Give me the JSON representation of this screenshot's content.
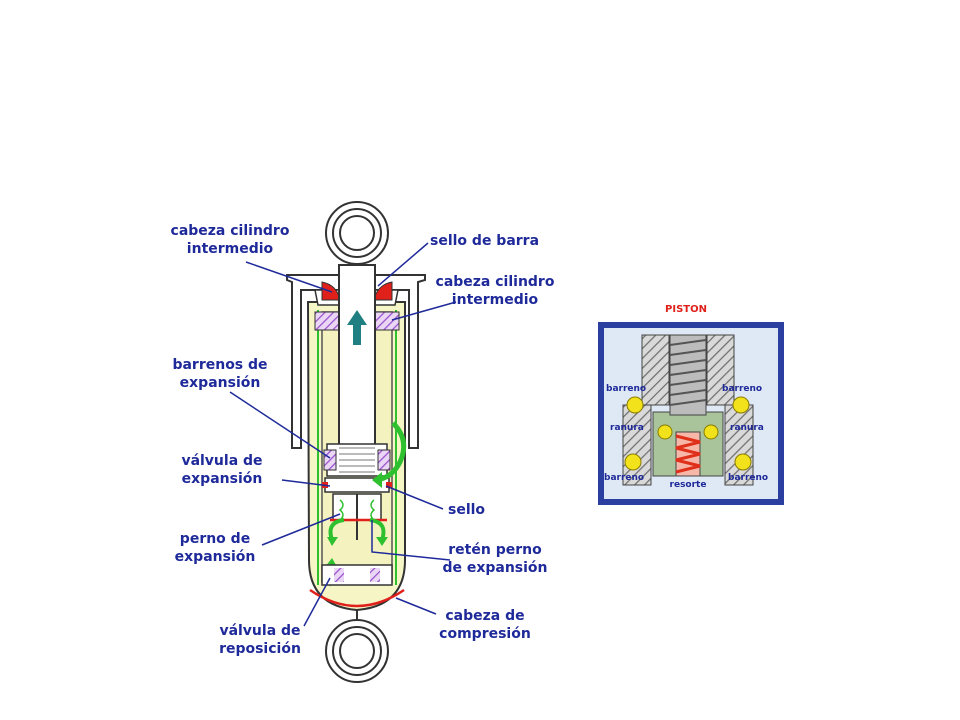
{
  "colors": {
    "label": "#1f2a9a",
    "leader": "#1f2a9a",
    "oil_fill": "#f6f5c6",
    "green_flow": "#2ec02e",
    "seal_red": "#e0201a",
    "hatch_purple": "#9a4ecb",
    "arrow_teal": "#1f7f82",
    "piston_frame": "#2a3fa0",
    "piston_bg": "#dfe9f6",
    "spring_red": "#e0301a",
    "ball_yellow": "#f2e21c"
  },
  "shock_labels": {
    "upper_head": [
      "cabeza cilindro",
      "intermedio"
    ],
    "rod_seal": [
      "sello de barra"
    ],
    "intermediate_head": [
      "cabeza cilindro",
      "intermedio"
    ],
    "expansion_holes": [
      "barrenos de",
      "expansión"
    ],
    "expansion_valve": [
      "válvula de",
      "expansión"
    ],
    "seal": [
      "sello"
    ],
    "expansion_pin": [
      "perno de",
      "expansión"
    ],
    "pin_retainer": [
      "retén perno",
      "de expansión"
    ],
    "replenish_valve": [
      "válvula de",
      "reposición"
    ],
    "compression_head": [
      "cabeza de",
      "compresión"
    ]
  },
  "piston_inset": {
    "title": "PISTON",
    "labels": {
      "hole_top_left": "barreno",
      "hole_top_right": "barreno",
      "groove_left": "ranura",
      "groove_right": "ranura",
      "hole_bottom_left": "barreno",
      "hole_bottom_right": "barreno",
      "spring": "resorte"
    }
  }
}
